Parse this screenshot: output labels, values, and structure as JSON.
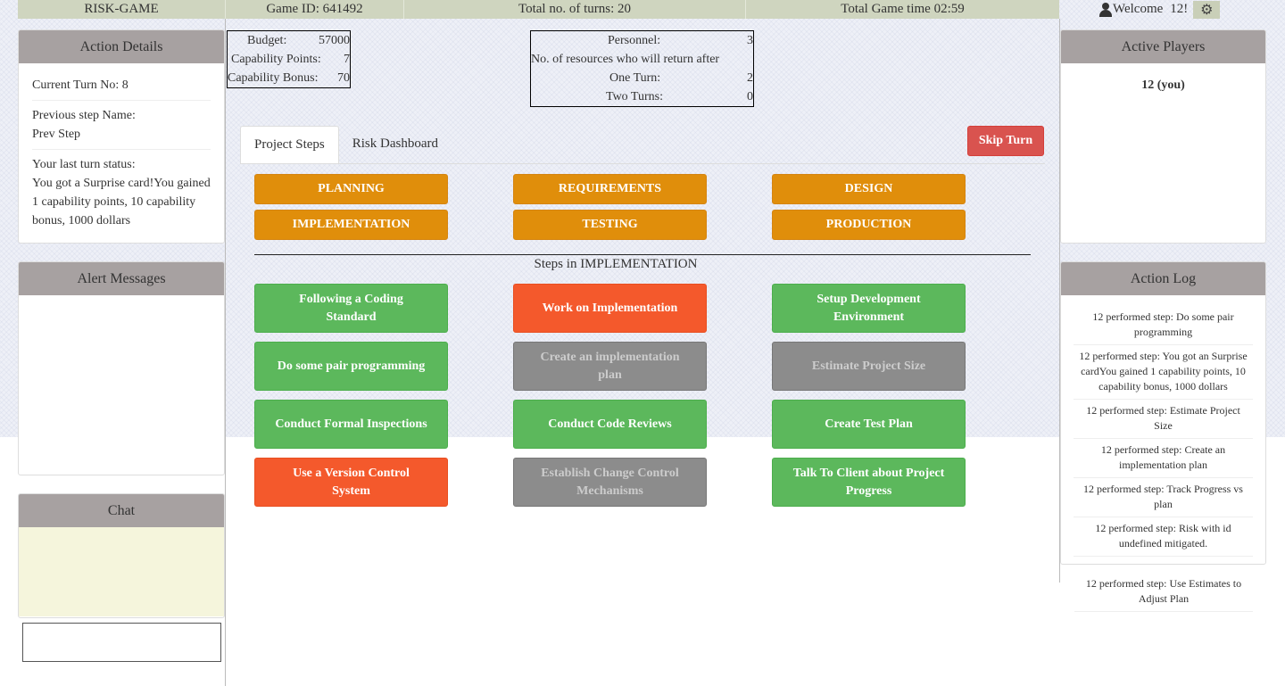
{
  "topbar": {
    "app_name": "RISK-GAME",
    "game_id": "Game ID: 641492",
    "total_turns": "Total no. of turns: 20",
    "game_time": "Total Game time 02:59",
    "welcome": "Welcome",
    "user": "12!"
  },
  "action_details": {
    "title": "Action Details",
    "current_turn": "Current Turn No: 8",
    "prev_step_label": "Previous step Name:",
    "prev_step_value": "Prev Step",
    "last_turn_label": "Your last turn status:",
    "last_turn_value": "You got a Surprise card!You gained 1 capability points, 10 capability bonus, 1000 dollars"
  },
  "alert_messages": {
    "title": "Alert Messages"
  },
  "chat": {
    "title": "Chat",
    "input_value": ""
  },
  "stats_left": {
    "budget_label": "Budget:",
    "budget_value": "57000",
    "cap_points_label": "Capability Points:",
    "cap_points_value": "7",
    "cap_bonus_label": "Capability Bonus:",
    "cap_bonus_value": "70"
  },
  "stats_right": {
    "personnel_label": "Personnel:",
    "personnel_value": "3",
    "resources_label": "No. of resources who will return after",
    "one_turn_label": "One Turn:",
    "one_turn_value": "2",
    "two_turns_label": "Two Turns:",
    "two_turns_value": "0"
  },
  "tabs": [
    {
      "label": "Project Steps",
      "active": true
    },
    {
      "label": "Risk Dashboard",
      "active": false
    }
  ],
  "skip_turn": "Skip Turn",
  "phases": [
    "PLANNING",
    "REQUIREMENTS",
    "DESIGN",
    "IMPLEMENTATION",
    "TESTING",
    "PRODUCTION"
  ],
  "steps_title": "Steps in IMPLEMENTATION",
  "steps": [
    {
      "label": "Following a Coding Standard",
      "state": "green"
    },
    {
      "label": "Work on Implementation",
      "state": "red"
    },
    {
      "label": "Setup Development Environment",
      "state": "green"
    },
    {
      "label": "Do some pair programming",
      "state": "green"
    },
    {
      "label": "Create an implementation plan",
      "state": "gray"
    },
    {
      "label": "Estimate Project Size",
      "state": "gray"
    },
    {
      "label": "Conduct Formal Inspections",
      "state": "green"
    },
    {
      "label": "Conduct Code Reviews",
      "state": "green"
    },
    {
      "label": "Create Test Plan",
      "state": "green"
    },
    {
      "label": "Use a Version Control System",
      "state": "red"
    },
    {
      "label": "Establish Change Control Mechanisms",
      "state": "gray"
    },
    {
      "label": "Talk To Client about Project Progress",
      "state": "green"
    }
  ],
  "active_players": {
    "title": "Active Players",
    "players": [
      "12 (you)"
    ]
  },
  "action_log": {
    "title": "Action Log",
    "items": [
      "12 performed step: Do some pair programming",
      "12 performed step: You got an Surprise cardYou gained 1 capability points, 10 capability bonus, 1000 dollars",
      "12 performed step: Estimate Project Size",
      "12 performed step: Create an implementation plan",
      "12 performed step: Track Progress vs plan",
      "12 performed step: Risk with id undefined mitigated.",
      "12 performed step: Use Estimates to Adjust Plan"
    ]
  },
  "colors": {
    "topbar": "#cfd5bf",
    "panel_header": "#a7a1a1",
    "phase_button": "#e08e0b",
    "step_green": "#5cb85c",
    "step_red": "#f4592c",
    "step_gray": "#8c8c8c",
    "skip_button": "#d9534f",
    "chat_body": "#f5f5dc"
  },
  "icons": {
    "user": "user-icon",
    "settings": "gear-icon"
  }
}
